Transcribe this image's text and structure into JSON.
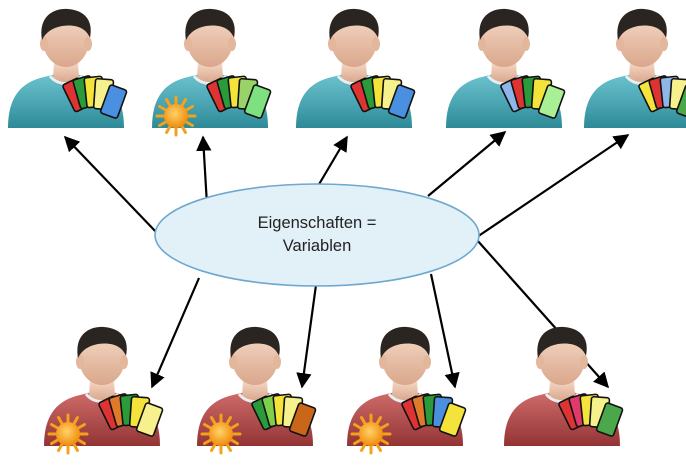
{
  "center_node": {
    "line1": "Eigenschaften =",
    "line2": "Variablen",
    "fill": "#e2f0f8",
    "stroke": "#6fa8cf"
  },
  "colors": {
    "arrow": "#000000",
    "shirt_teal": "#4aa7b5",
    "shirt_red": "#b44a4a",
    "sun": "#f5a21b"
  },
  "persons": [
    {
      "id": "top-1",
      "shirt": "teal",
      "sun": false,
      "cards": [
        "#d33",
        "#2a9a3a",
        "#f3e33a",
        "#f6f18c",
        "#4a8fe0"
      ]
    },
    {
      "id": "top-2",
      "shirt": "teal",
      "sun": true,
      "cards": [
        "#d33",
        "#2a9a3a",
        "#f3e33a",
        "#9ad26a",
        "#7fe07f"
      ]
    },
    {
      "id": "top-3",
      "shirt": "teal",
      "sun": false,
      "cards": [
        "#d33",
        "#2a9a3a",
        "#f3e33a",
        "#f6f18c",
        "#4a8fe0"
      ]
    },
    {
      "id": "top-4",
      "shirt": "teal",
      "sun": false,
      "cards": [
        "#8fb6e8",
        "#d33",
        "#2a9a3a",
        "#f3e33a",
        "#a9ef93"
      ]
    },
    {
      "id": "top-5",
      "shirt": "teal",
      "sun": false,
      "cards": [
        "#f3e33a",
        "#d33",
        "#8fb6e8",
        "#f6f18c",
        "#4aa74a"
      ]
    },
    {
      "id": "bottom-1",
      "shirt": "red",
      "sun": true,
      "cards": [
        "#d33",
        "#e07a2a",
        "#2a9a3a",
        "#f3e33a",
        "#f6f18c"
      ]
    },
    {
      "id": "bottom-2",
      "shirt": "red",
      "sun": true,
      "cards": [
        "#2a9a3a",
        "#7ed04a",
        "#f3e33a",
        "#f6f18c",
        "#c8661a"
      ]
    },
    {
      "id": "bottom-3",
      "shirt": "red",
      "sun": true,
      "cards": [
        "#d33",
        "#e07a2a",
        "#2a9a3a",
        "#4a8fe0",
        "#f3e33a"
      ]
    },
    {
      "id": "bottom-4",
      "shirt": "red",
      "sun": false,
      "cards": [
        "#d33",
        "#e03a6a",
        "#f3e33a",
        "#f6f18c",
        "#4aa74a"
      ]
    }
  ]
}
